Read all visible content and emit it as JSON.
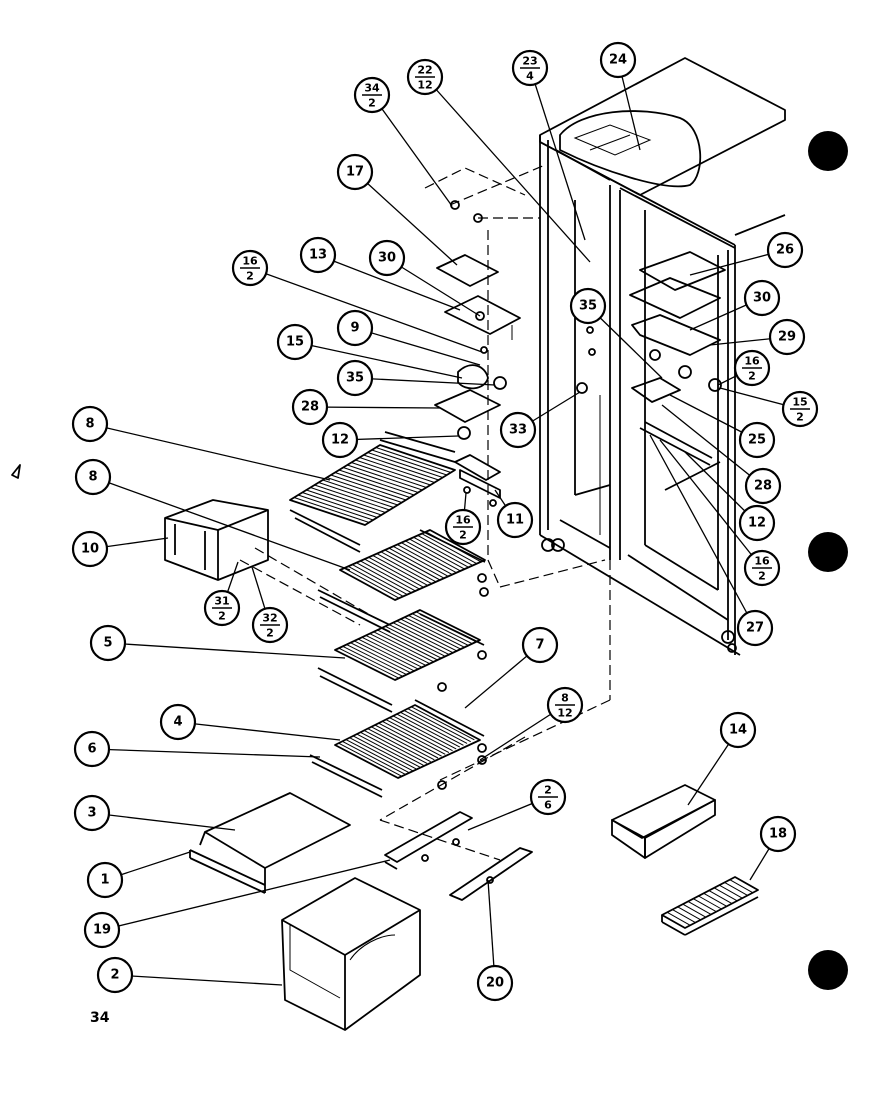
{
  "page_number": "34",
  "callouts": {
    "c34_2": {
      "top": "34",
      "bottom": "2"
    },
    "c22_12": {
      "top": "22",
      "bottom": "12"
    },
    "c23_4": {
      "top": "23",
      "bottom": "4"
    },
    "c24": "24",
    "c17": "17",
    "c16_2_a": {
      "top": "16",
      "bottom": "2"
    },
    "c13": "13",
    "c30_a": "30",
    "c9": "9",
    "c15": "15",
    "c35_a": "35",
    "c28_a": "28",
    "c12_a": "12",
    "c8_a": "8",
    "c8_b": "8",
    "c10": "10",
    "c31_2": {
      "top": "31",
      "bottom": "2"
    },
    "c32_2": {
      "top": "32",
      "bottom": "2"
    },
    "c16_2_b": {
      "top": "16",
      "bottom": "2"
    },
    "c11": "11",
    "c5": "5",
    "c7": "7",
    "c4": "4",
    "c8_12": {
      "top": "8",
      "bottom": "12"
    },
    "c6": "6",
    "c3": "3",
    "c1": "1",
    "c2_6": {
      "top": "2",
      "bottom": "6"
    },
    "c19": "19",
    "c2": "2",
    "c20": "20",
    "c14": "14",
    "c18": "18",
    "c26": "26",
    "c30_b": "30",
    "c35_b": "35",
    "c29": "29",
    "c16_2_c": {
      "top": "16",
      "bottom": "2"
    },
    "c33": "33",
    "c15_2": {
      "top": "15",
      "bottom": "2"
    },
    "c25": "25",
    "c28_b": "28",
    "c12_b": "12",
    "c16_2_d": {
      "top": "16",
      "bottom": "2"
    },
    "c27": "27"
  }
}
